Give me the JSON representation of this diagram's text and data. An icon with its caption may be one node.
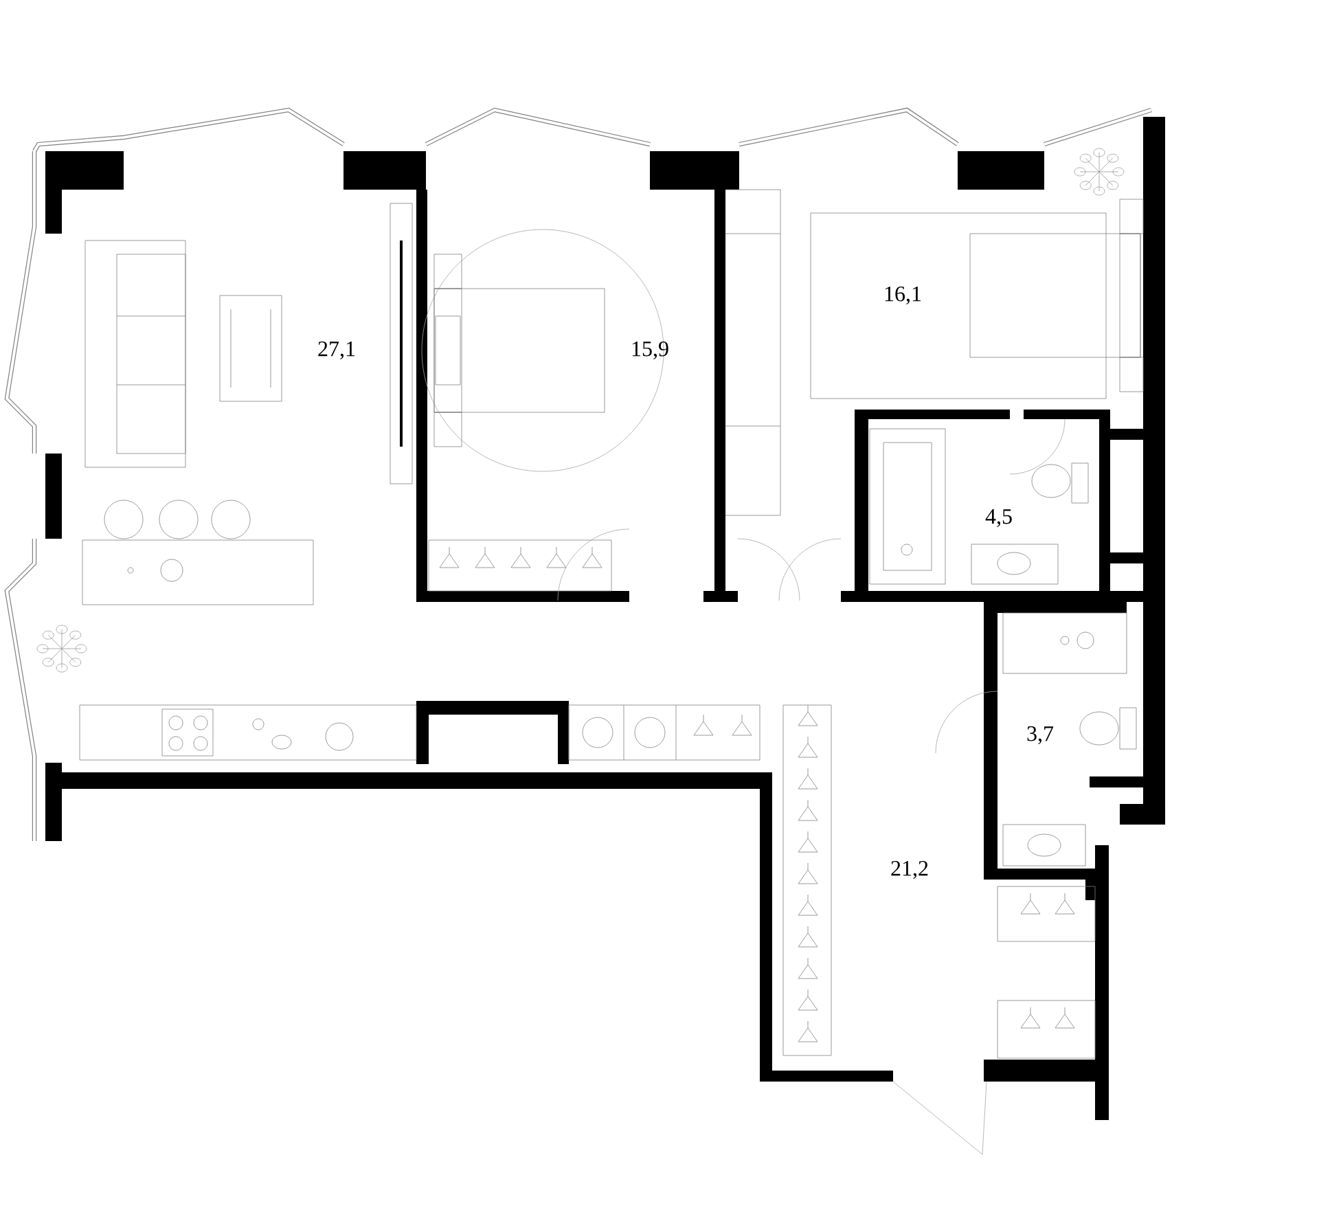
{
  "diagram": {
    "labels": [
      "27,1",
      "15,9",
      "16,1",
      "4,5",
      "3,7",
      "21,2"
    ]
  }
}
